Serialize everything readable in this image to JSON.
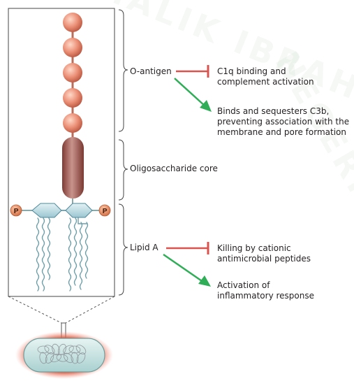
{
  "labels": {
    "o_antigen": "O-antigen",
    "oligosaccharide_core": "Oligosaccharide core",
    "lipid_a": "Lipid A"
  },
  "effects": {
    "o_antigen_inhibits": [
      "C1q binding and",
      "complement activation"
    ],
    "o_antigen_promotes": [
      "Binds and sequesters C3b,",
      "preventing association with the",
      "membrane and pore formation"
    ],
    "lipid_a_inhibits": [
      "Killing by cationic",
      "antimicrobial peptides"
    ],
    "lipid_a_promotes": [
      "Activation of",
      "inflammatory response"
    ]
  },
  "phosphate_label": "P",
  "watermark": {
    "text_top": "MALIK IBRAHIM",
    "text_right": "NEGERI"
  },
  "colors": {
    "inhibit_arrow": "#d9534f",
    "promote_arrow": "#2fae57",
    "sugar_bead": "#e8826a",
    "core": "#a0554c",
    "lipid_head": "#b9dbe2",
    "phosphate": "#e07b55",
    "bacterium_glow": "#e0533a",
    "bacterium_body": "#c9e4e3"
  }
}
